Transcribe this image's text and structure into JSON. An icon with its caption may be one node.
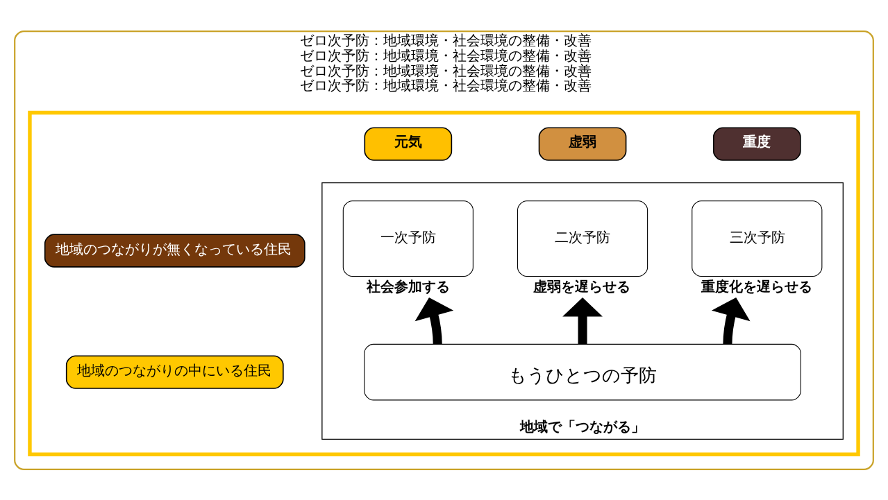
{
  "diagram": {
    "nodes": [
      {
        "text": [
          "ゼロ次予防：地域環境・社会環境の整備・改善",
          "ゼロ次予防：地域環境・社会環境の整備・改善",
          "ゼロ次予防：地域環境・社会環境の整備・改善",
          "ゼロ次予防：地域環境・社会環境の整備・改善"
        ]
      },
      {
        "text": [],
        "shape": "box",
        "in": 0
      },
      {
        "text": [
          "元気"
        ],
        "in": 1
      },
      {
        "text": [
          "虚弱"
        ],
        "in": 1
      },
      {
        "text": [
          "重度"
        ],
        "in": 1
      },
      {
        "text": [
          "地域のつながりが無くなっている住民"
        ],
        "in": 1
      },
      {
        "text": [
          "地域のつながりの中にいる住民"
        ],
        "in": 1
      },
      {
        "text": [
          "地域で「つながる」"
        ],
        "in": 1
      },
      {
        "text": [
          "一次予防"
        ],
        "beside": [
          "社会参加する"
        ],
        "in": 7
      },
      {
        "text": [
          "二次予防"
        ],
        "beside": [
          "虚弱を遅らせる"
        ],
        "in": 7
      },
      {
        "text": [
          "三次予防"
        ],
        "beside": [
          "重度化を遅らせる"
        ],
        "in": 7
      },
      {
        "text": [
          "もうひとつの予防"
        ],
        "in": 7
      }
    ],
    "edges": [
      {
        "from": 11,
        "to": 8,
        "arrow": "to"
      },
      {
        "from": 11,
        "to": 9,
        "arrow": "to"
      },
      {
        "from": 11,
        "to": 10,
        "arrow": "to"
      }
    ]
  }
}
